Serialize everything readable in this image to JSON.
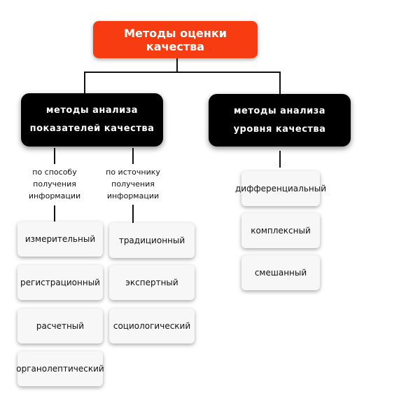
{
  "root": "Методы оценки качества",
  "left_category": {
    "line1": "методы анализа",
    "line2": "показателей качества"
  },
  "right_category": {
    "line1": "методы анализа",
    "line2": "уровня качества"
  },
  "left_groups": [
    {
      "label": [
        "по способу",
        "получения",
        "информации"
      ],
      "items": [
        "измерительный",
        "регистрационный",
        "расчетный",
        "органолептический"
      ]
    },
    {
      "label": [
        "по источнику",
        "получения",
        "информации"
      ],
      "items": [
        "традиционный",
        "экспертный",
        "социологический"
      ]
    }
  ],
  "right_items": [
    "дифференциальный",
    "комплексный",
    "смешанный"
  ],
  "colors": {
    "root": "#f83c12",
    "category": "#000000",
    "leaf": "#f7f7f7"
  }
}
